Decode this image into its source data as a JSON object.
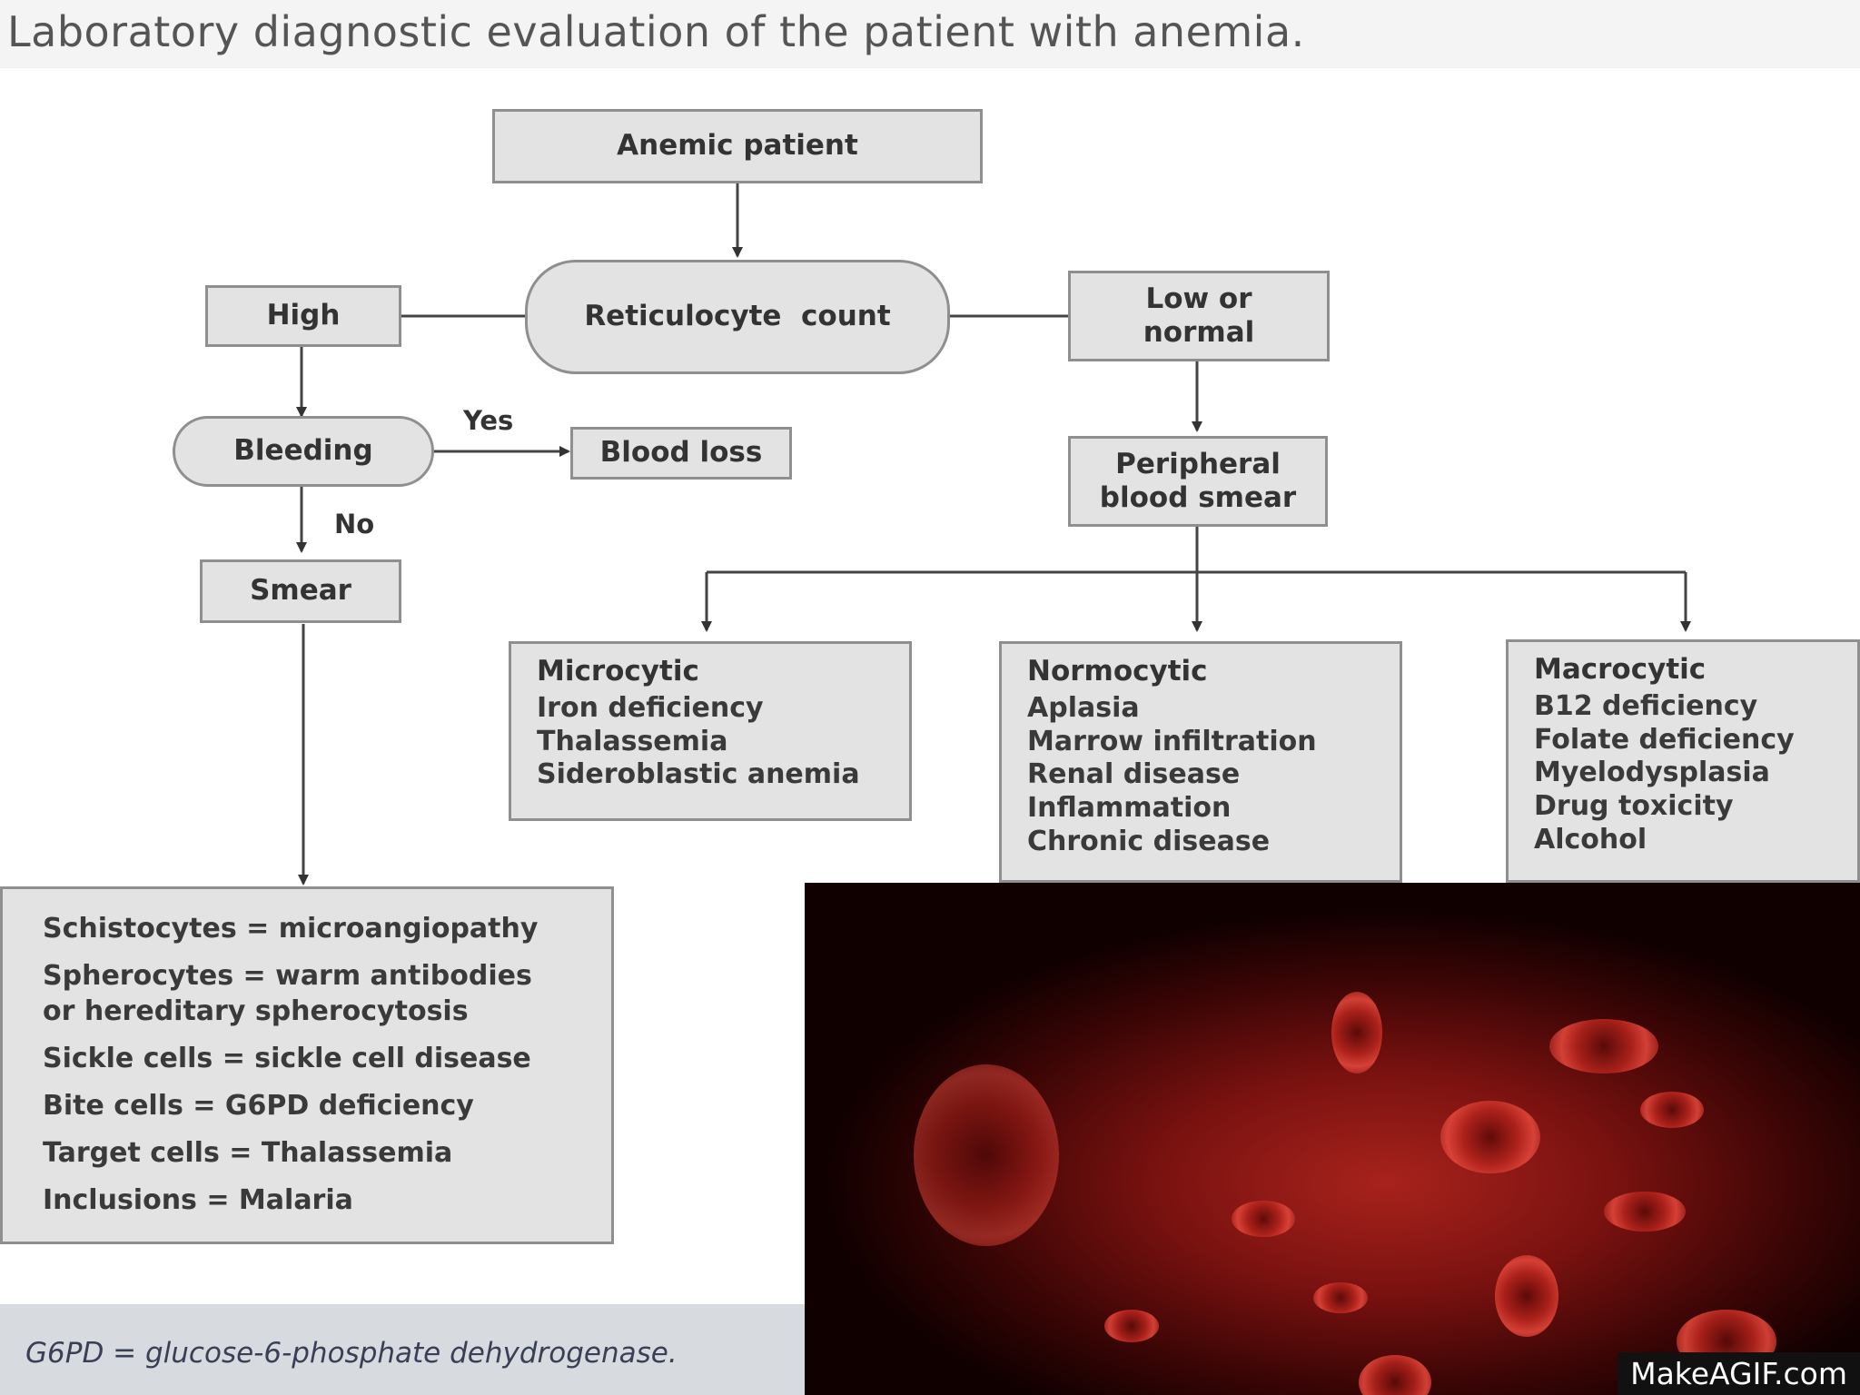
{
  "title": "Laboratory diagnostic evaluation of the patient with anemia.",
  "nodes": {
    "anemic_patient": "Anemic patient",
    "reticulocyte_count": "Reticulocyte  count",
    "high": "High",
    "low_or_normal": "Low or normal",
    "bleeding": "Bleeding",
    "blood_loss": "Blood loss",
    "smear": "Smear",
    "peripheral_blood_smear": "Peripheral blood smear"
  },
  "edge_labels": {
    "yes": "Yes",
    "no": "No"
  },
  "microcytic": {
    "heading": "Microcytic",
    "items": [
      "Iron deficiency",
      "Thalassemia",
      "Sideroblastic anemia"
    ]
  },
  "normocytic": {
    "heading": "Normocytic",
    "items": [
      "Aplasia",
      "Marrow infiltration",
      "Renal disease",
      "Inflammation",
      "Chronic disease"
    ]
  },
  "macrocytic": {
    "heading": "Macrocytic",
    "items": [
      "B12 deficiency",
      "Folate deficiency",
      "Myelodysplasia",
      "Drug toxicity",
      "Alcohol"
    ]
  },
  "smear_findings": [
    "Schistocytes = microangiopathy",
    "Spherocytes = warm antibodies or hereditary spherocytosis",
    "Sickle cells = sickle cell disease",
    "Bite cells = G6PD deficiency",
    "Target cells = Thalassemia",
    "Inclusions = Malaria"
  ],
  "footnote": "G6PD = glucose-6-phosphate dehydrogenase.",
  "watermark": "MakeAGIF.com",
  "colors": {
    "box_fill": "#e3e3e3",
    "box_border": "#8f8f8f",
    "footer_band": "#d7dbe0",
    "blood": "#b3231c"
  }
}
